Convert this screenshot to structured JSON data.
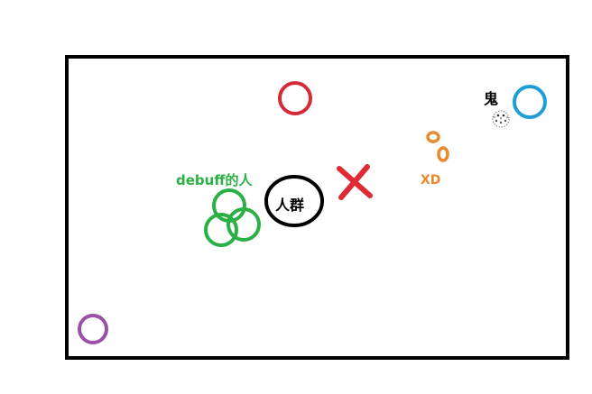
{
  "labels": {
    "debuff": "debuff的人",
    "crowd": "人群",
    "xd": "XD",
    "ghost": "鬼"
  },
  "colors": {
    "arena_border": "#000000",
    "red_marker": "#d42a3a",
    "green_marker": "#2bb046",
    "purple_marker": "#9b4fa8",
    "blue_marker": "#1f9ed6",
    "orange_marker": "#e6892f",
    "cross_marker": "#e02a33",
    "crowd_outline": "#000000",
    "ghost_sprite": "#555555"
  },
  "markers": [
    {
      "id": "red-circle",
      "color_key": "red_marker"
    },
    {
      "id": "blue-circle",
      "color_key": "blue_marker"
    },
    {
      "id": "purple-circle",
      "color_key": "purple_marker"
    },
    {
      "id": "green-circle-1",
      "color_key": "green_marker"
    },
    {
      "id": "green-circle-2",
      "color_key": "green_marker"
    },
    {
      "id": "green-circle-3",
      "color_key": "green_marker"
    },
    {
      "id": "orange-circle-1",
      "color_key": "orange_marker"
    },
    {
      "id": "orange-circle-2",
      "color_key": "orange_marker"
    }
  ]
}
